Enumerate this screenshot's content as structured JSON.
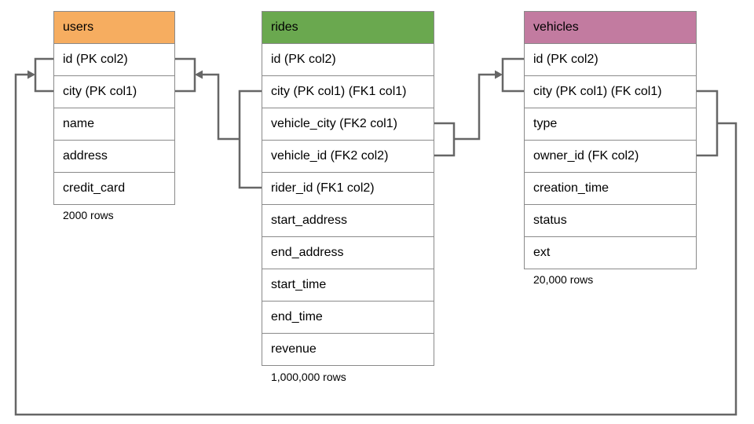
{
  "diagram": {
    "background_color": "#ffffff",
    "line_color": "#666666",
    "border_color": "#8a8a8a",
    "tables": [
      {
        "name": "users",
        "header_color": "#F6AD60",
        "columns": [
          "id (PK col2)",
          "city (PK col1)",
          "name",
          "address",
          "credit_card"
        ],
        "row_count_label": "2000 rows"
      },
      {
        "name": "rides",
        "header_color": "#6AA84F",
        "columns": [
          "id (PK col2)",
          "city (PK col1) (FK1 col1)",
          "vehicle_city (FK2 col1)",
          "vehicle_id (FK2 col2)",
          "rider_id (FK1 col2)",
          "start_address",
          "end_address",
          "start_time",
          "end_time",
          "revenue"
        ],
        "row_count_label": "1,000,000 rows"
      },
      {
        "name": "vehicles",
        "header_color": "#C27BA0",
        "columns": [
          "id (PK col2)",
          "city (PK col1) (FK col1)",
          "type",
          "owner_id (FK col2)",
          "creation_time",
          "status",
          "ext"
        ],
        "row_count_label": "20,000 rows"
      }
    ]
  }
}
